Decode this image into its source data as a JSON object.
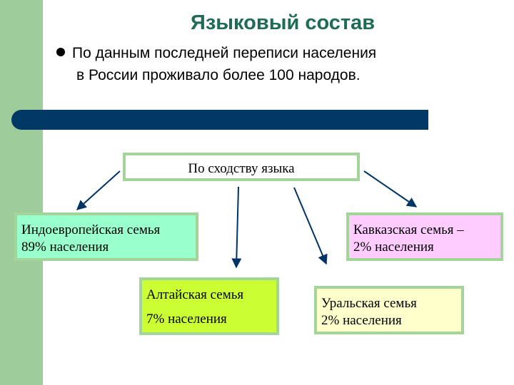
{
  "title": "Языковый состав",
  "bullet": {
    "line1": "По данным последней переписи населения",
    "line2": "в России проживало более 100 народов."
  },
  "diagram": {
    "root": "По сходству языка",
    "families": [
      {
        "name": "Индоевропейская семья",
        "share": "89% населения"
      },
      {
        "name": "Алтайская семья",
        "share": "7% населения"
      },
      {
        "name": "Кавказская семья –",
        "share": "2% населения"
      },
      {
        "name": "Уральская семья",
        "share": "2% населения"
      }
    ]
  },
  "colors": {
    "title": "#1f6b55",
    "band": "#9fcc9b",
    "bar": "#003966",
    "box_border": "#a3d49a",
    "arrow": "#003366",
    "indo_fill": "#99ffcc",
    "altai_fill": "#ccff33",
    "caucasus_fill": "#ffccff",
    "ural_fill": "#ffffcc"
  }
}
